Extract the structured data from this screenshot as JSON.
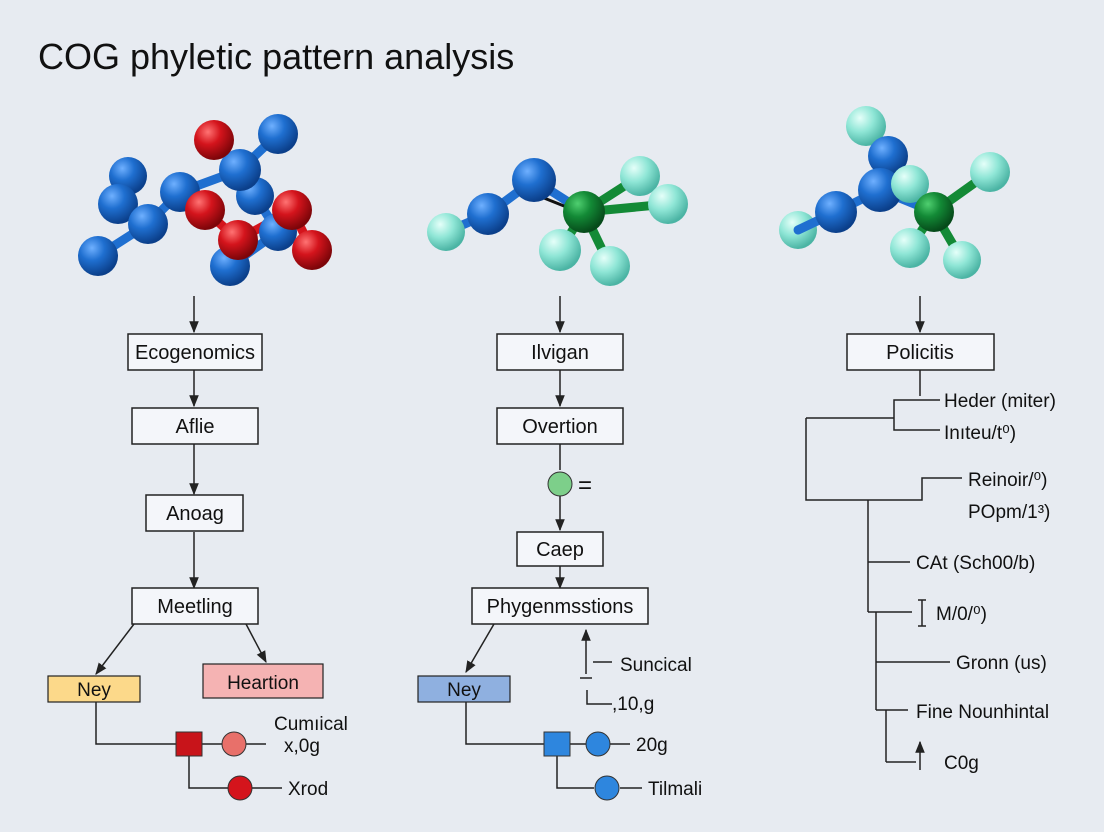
{
  "title": "COG phyletic pattern analysis",
  "colors": {
    "background": "#e7ebf1",
    "atom_blue": "#1f6fd0",
    "atom_red": "#d4141c",
    "atom_green": "#138a36",
    "atom_cyan": "#8fe6d6",
    "box_yellow": "#fcd98a",
    "box_pink": "#f5b3b3",
    "box_blue": "#8fb0e0",
    "node_red_dark": "#c8141a",
    "node_salmon": "#e8706a",
    "node_blue": "#2e86de",
    "node_green": "#7dcf8a",
    "line": "#222222"
  },
  "left_flow": {
    "box1": "Ecogenomics",
    "box2": "Aflie",
    "box3": "Anoag",
    "box4": "Meetling",
    "left_branch": "Ney",
    "right_branch": "Heartion",
    "node_label_1a": "Cumıical",
    "node_label_1b": "x,0g",
    "node_label_2": "Xrod"
  },
  "middle_flow": {
    "box1": "Ilvigan",
    "box2": "Overtion",
    "node_symbol": "=",
    "box3": "Caep",
    "box4": "Phygenmsstions",
    "left_branch": "Ney",
    "side_label_1": "Suncical",
    "side_label_2": ",10,g",
    "node_label_1": "20g",
    "node_label_2": "Tilmali"
  },
  "right_flow": {
    "box1": "Policitis",
    "leaves": [
      "Heder (miter)",
      "Inıteu/t⁰)",
      "Reinoir/⁰)",
      "POpm/1³)",
      "CAt (Sch00/b)",
      "M/0/⁰)",
      "Gronn (us)",
      "Fine Nounhintal",
      "C0g"
    ]
  }
}
